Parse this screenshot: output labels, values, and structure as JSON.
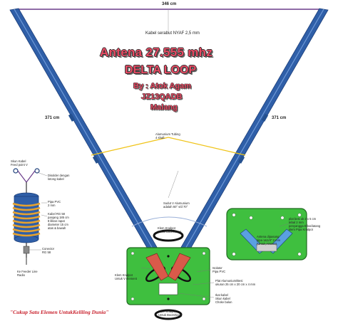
{
  "top_wire": {
    "length": "346 cm",
    "label": "Kabel serabut NYAF 2,5 mm"
  },
  "title": {
    "line1": "Antena 27.555 mhz",
    "line2": "DELTA LOOP",
    "line3": "By : Atok Agam",
    "line4": "JZ13QADB",
    "line5": "Malang"
  },
  "left_arm": {
    "length": "371 cm"
  },
  "right_arm": {
    "length": "371 cm"
  },
  "annotations": {
    "tubing": [
      "Alumunium Tubing",
      "4 shaft"
    ],
    "shunt_cable": [
      "Skun Kabel",
      "Feed point V"
    ],
    "soldered": [
      "Disolder dengan",
      "lotong kabel"
    ],
    "pvc_pipe": [
      "Pipa PVC",
      "2 mm"
    ],
    "rg58": [
      "Kabel RG 58",
      "panjang 185 cm",
      "8 lilitan rapat",
      "diameter 15 cm",
      "atas & bawah"
    ],
    "connector": [
      "Conector",
      "RG 58"
    ],
    "feeder": [
      "Ke Feeder Line",
      "Radio"
    ],
    "v_angle": [
      "Sudut V Alumunium",
      "adalah 60° s/d 70°"
    ],
    "clamp_boom_top": [
      "Klem Knalpot",
      "Untuk Boom/tiang"
    ],
    "insulator": [
      "Isolator",
      "Pipa PVC"
    ],
    "clamp_v": [
      "Klem Knalpot",
      "Untuk V element"
    ],
    "aluminium_plate": [
      "Plat Alumunium/Besi",
      "ukuran 25 cm x 20 cm x 4 mm"
    ],
    "cable_hole": [
      "Ikat kabel",
      "Skun kabel",
      "Choke balun"
    ],
    "clamp_boom_bottom": [
      "Klem Knalpot",
      "Untuk Boom/tiang"
    ],
    "plate_cut": [
      "plat besi uk 2 x 5 cm",
      "tebal 2 mm",
      "penyangga Elbo/datang",
      "klem Pipa Knalpot"
    ],
    "plate_mount": [
      "Antena dipasang",
      "pipa 1&1/4\" 2 mm",
      "(Untuk Antena)"
    ]
  },
  "motto": "\"Cukup Satu Elemen UntukKeliling Dunia\"",
  "colors": {
    "rod": "#2f5fa8",
    "rod_edge": "#1d3f7a",
    "wire": "#6a3b8a",
    "plate": "#3fbf3f",
    "clamp": "#d95a4a",
    "coil": "#e6a22e",
    "leader": "#f0c419",
    "title": "#e84a63"
  }
}
